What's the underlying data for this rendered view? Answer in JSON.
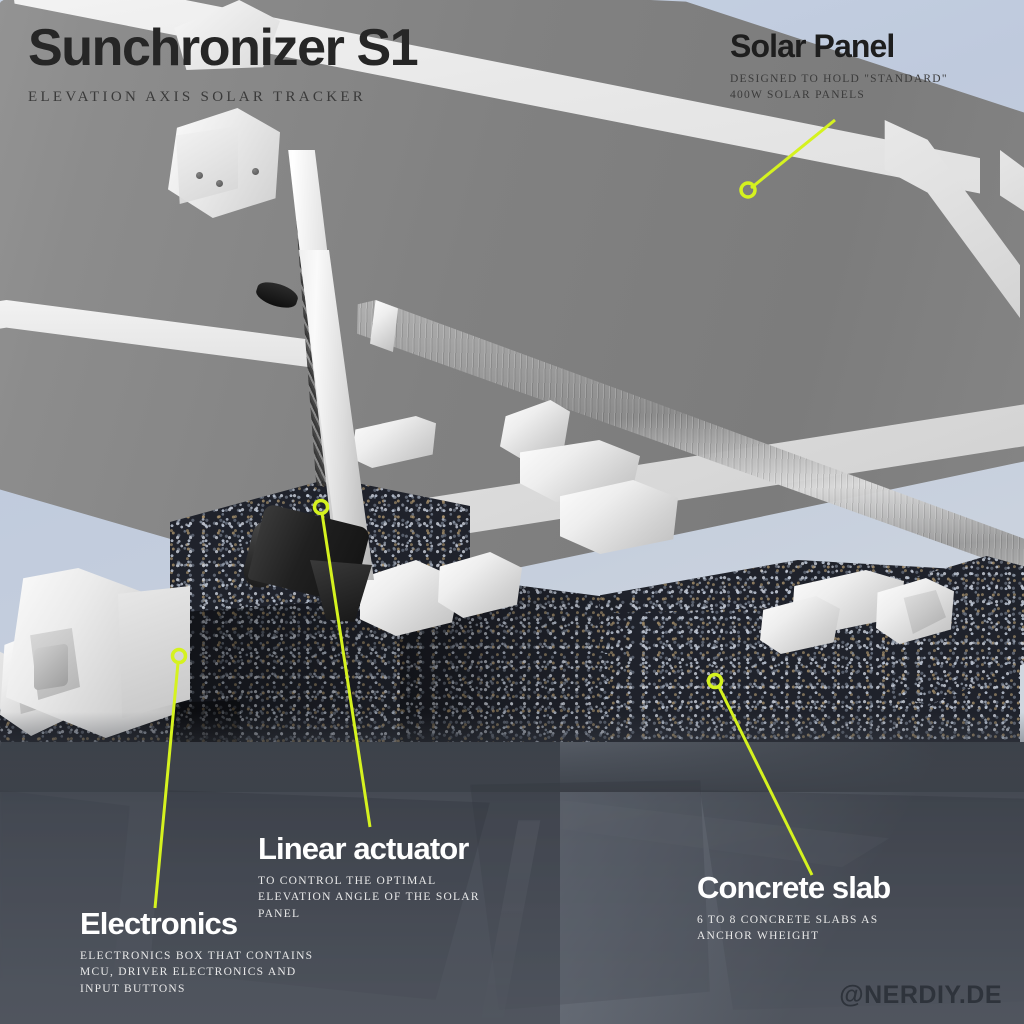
{
  "header": {
    "title": "Sunchronizer S1",
    "subtitle": "ELEVATION AXIS SOLAR TRACKER"
  },
  "watermark": "@NERDIY.DE",
  "accent_color": "#d5f21f",
  "palette": {
    "sky": "#bfcadd",
    "panel_gray": "#818181",
    "ground_dark": "#474c55",
    "bracket_white": "#f0f0f0",
    "slab_dark": "#1f222b",
    "title_dark": "#262626",
    "callout_light": "#ffffff",
    "watermark_gray": "#2e333b"
  },
  "callouts": [
    {
      "id": "solar-panel",
      "title": "Solar Panel",
      "desc": "DESIGNED TO HOLD \"STANDARD\" 400W SOLAR PANELS",
      "theme": "dark"
    },
    {
      "id": "linear-actuator",
      "title": "Linear actuator",
      "desc": "TO CONTROL THE OPTIMAL ELEVATION ANGLE OF THE SOLAR PANEL",
      "theme": "light"
    },
    {
      "id": "electronics",
      "title": "Electronics",
      "desc": "ELECTRONICS BOX THAT CONTAINS MCU, DRIVER ELECTRONICS AND INPUT BUTTONS",
      "theme": "light"
    },
    {
      "id": "concrete-slab",
      "title": "Concrete slab",
      "desc": "6 TO 8 CONCRETE SLABS AS ANCHOR WHEIGHT",
      "theme": "light"
    }
  ]
}
